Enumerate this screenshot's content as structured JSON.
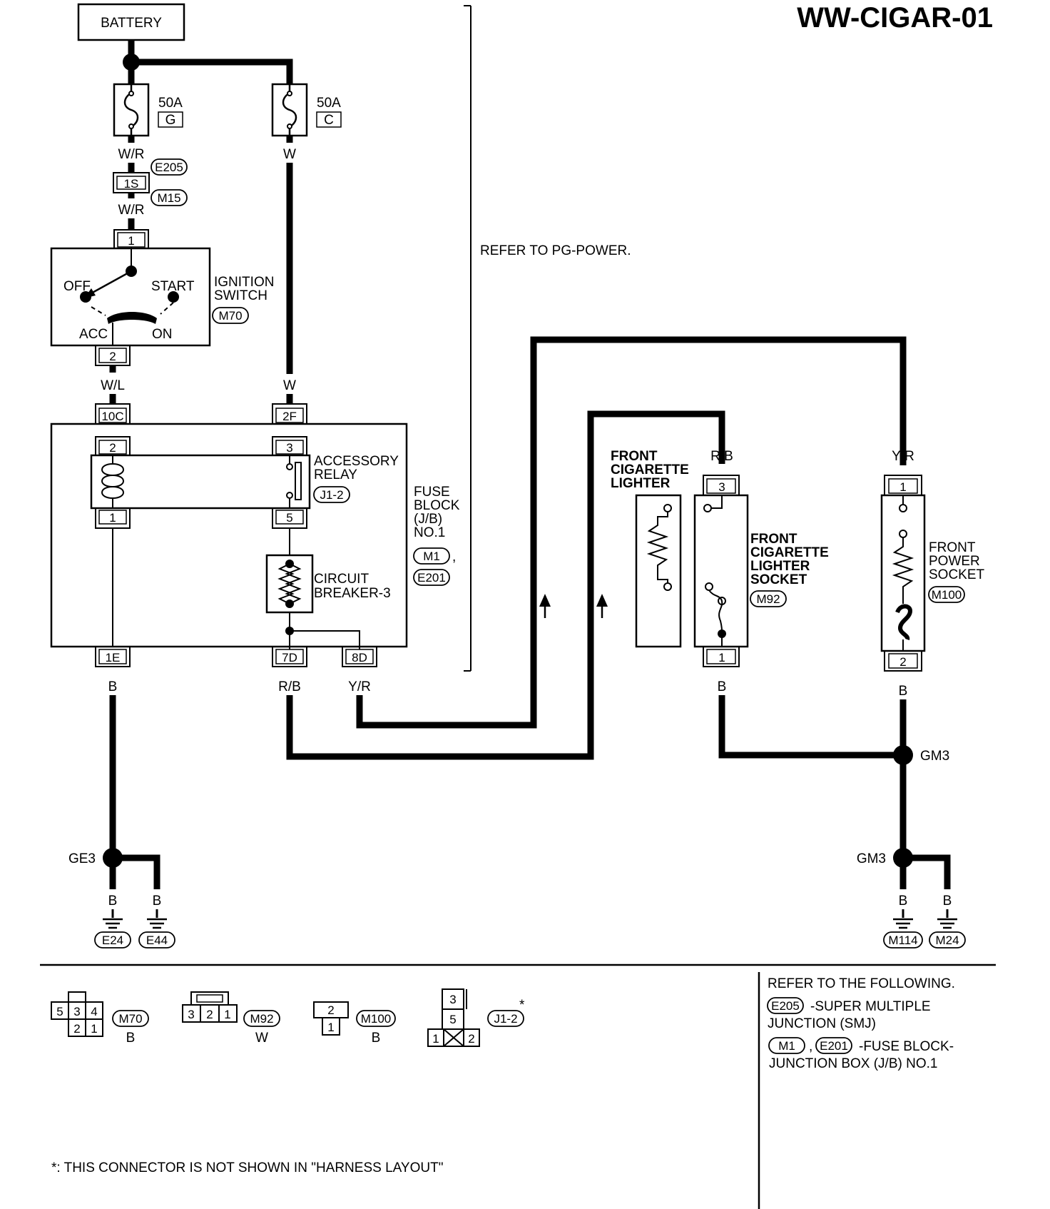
{
  "title": "WW-CIGAR-01",
  "battery": "BATTERY",
  "refer_pg": "REFER TO PG-POWER.",
  "fuses": [
    {
      "rating": "50A",
      "id": "G"
    },
    {
      "rating": "50A",
      "id": "C"
    }
  ],
  "wires": {
    "wr": "W/R",
    "w": "W",
    "wl": "W/L",
    "rb": "R/B",
    "yr": "Y/R",
    "b": "B"
  },
  "connectors": {
    "e205": "E205",
    "m15": "M15",
    "m70": "M70",
    "m1": "M1",
    "e201": "E201",
    "j12": "J1-2",
    "m92": "M92",
    "m100": "M100",
    "e24": "E24",
    "e44": "E44",
    "m114": "M114",
    "m24": "M24"
  },
  "pins": {
    "p1s": "1S",
    "p1": "1",
    "p2": "2",
    "p3": "3",
    "p5": "5",
    "p10c": "10C",
    "p2f": "2F",
    "p1e": "1E",
    "p7d": "7D",
    "p8d": "8D",
    "p4": "4"
  },
  "ignition_switch": {
    "label1": "IGNITION",
    "label2": "SWITCH",
    "off": "OFF",
    "start": "START",
    "acc": "ACC",
    "on": "ON"
  },
  "relay": {
    "label1": "ACCESSORY",
    "label2": "RELAY"
  },
  "breaker": {
    "label1": "CIRCUIT",
    "label2": "BREAKER-3"
  },
  "fuse_block": {
    "l1": "FUSE",
    "l2": "BLOCK",
    "l3": "(J/B)",
    "l4": "NO.1",
    "comma": ","
  },
  "lighter": {
    "l1": "FRONT",
    "l2": "CIGARETTE",
    "l3": "LIGHTER"
  },
  "lighter_socket": {
    "l1": "FRONT",
    "l2": "CIGARETTE",
    "l3": "LIGHTER",
    "l4": "SOCKET"
  },
  "power_socket": {
    "l1": "FRONT",
    "l2": "POWER",
    "l3": "SOCKET"
  },
  "grounds": {
    "ge3": "GE3",
    "gm3a": "GM3",
    "gm3b": "GM3"
  },
  "legend": {
    "m70_color": "B",
    "m92_color": "W",
    "m100_color": "B",
    "star": "*"
  },
  "refer_box": {
    "heading": "REFER TO THE FOLLOWING.",
    "smj1": "-SUPER MULTIPLE",
    "smj2": "JUNCTION (SMJ)",
    "comma": ",",
    "fb1": "-FUSE BLOCK-",
    "fb2": "JUNCTION BOX (J/B) NO.1"
  },
  "footnote": "*: THIS CONNECTOR IS NOT SHOWN IN \"HARNESS LAYOUT\""
}
